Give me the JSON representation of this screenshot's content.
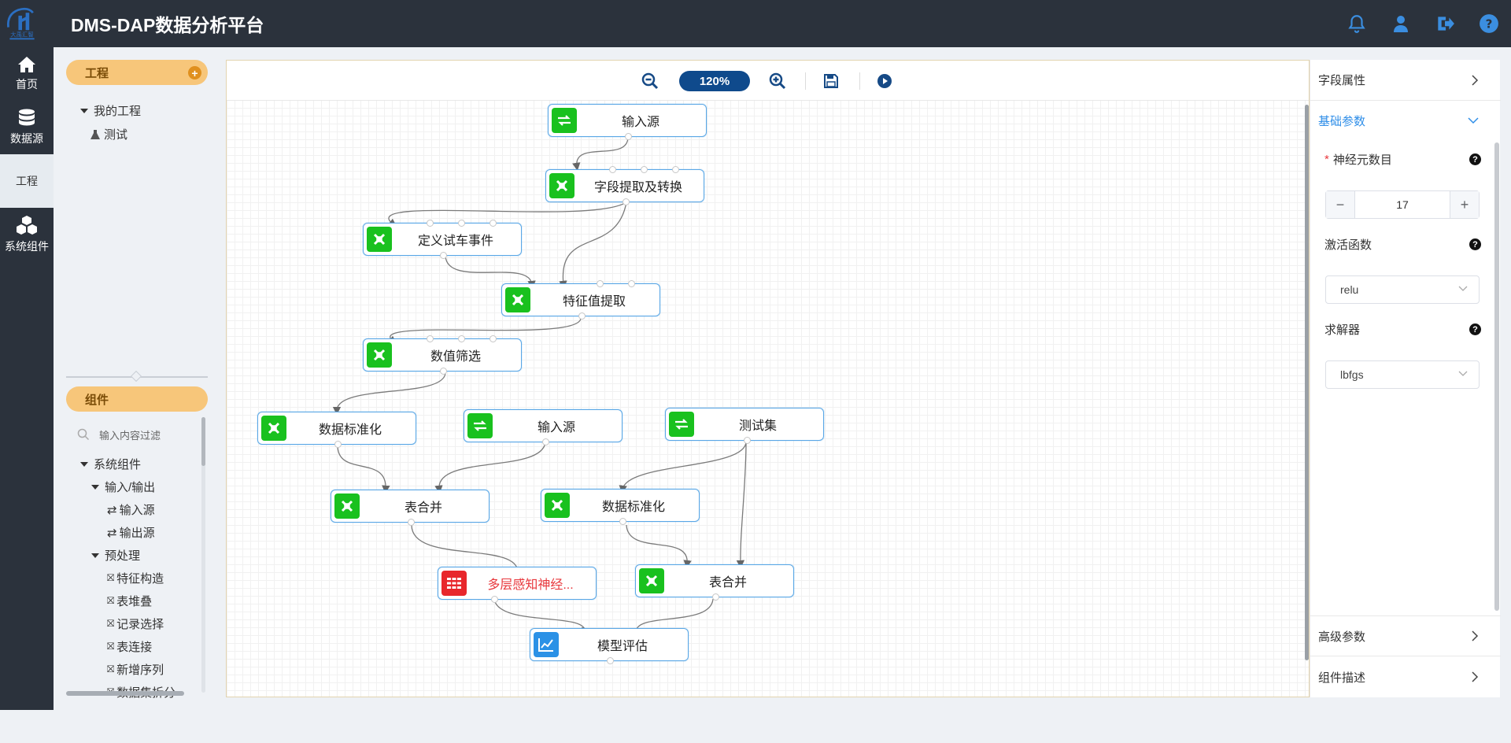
{
  "app": {
    "title": "DMS-DAP数据分析平台",
    "logo_text": "大禹汇智"
  },
  "header_icons": [
    "bell-icon",
    "user-icon",
    "logout-icon",
    "help-icon"
  ],
  "nav": [
    {
      "label": "首页",
      "icon": "home-icon"
    },
    {
      "label": "数据源",
      "icon": "database-icon"
    },
    {
      "label": "工程",
      "icon": "",
      "active": true
    },
    {
      "label": "系统组件",
      "icon": "cubes-icon"
    }
  ],
  "project_panel": {
    "title": "工程",
    "tree": {
      "group": "我的工程",
      "items": [
        "测试"
      ]
    }
  },
  "component_panel": {
    "title": "组件",
    "filter_placeholder": "输入内容过滤",
    "tree": {
      "root": "系统组件",
      "io_group": "输入/输出",
      "io_items": [
        "输入源",
        "输出源"
      ],
      "pre_group": "预处理",
      "pre_items": [
        "特征构造",
        "表堆叠",
        "记录选择",
        "表连接",
        "新增序列",
        "数据集拆分"
      ]
    }
  },
  "canvas": {
    "zoom": "120%",
    "toolbar_icons": [
      "zoom-out-icon",
      "zoom-in-icon",
      "save-icon",
      "run-icon"
    ],
    "nodes": [
      {
        "id": "n1",
        "label": "输入源",
        "type": "io"
      },
      {
        "id": "n2",
        "label": "字段提取及转换",
        "type": "proc"
      },
      {
        "id": "n3",
        "label": "定义试车事件",
        "type": "proc"
      },
      {
        "id": "n4",
        "label": "特征值提取",
        "type": "proc"
      },
      {
        "id": "n5",
        "label": "数值筛选",
        "type": "proc"
      },
      {
        "id": "n6",
        "label": "数据标准化",
        "type": "proc"
      },
      {
        "id": "n7",
        "label": "输入源",
        "type": "io"
      },
      {
        "id": "n8",
        "label": "测试集",
        "type": "io"
      },
      {
        "id": "n9",
        "label": "表合并",
        "type": "proc"
      },
      {
        "id": "n10",
        "label": "数据标准化",
        "type": "proc"
      },
      {
        "id": "n11",
        "label": "多层感知神经...",
        "type": "model"
      },
      {
        "id": "n12",
        "label": "表合并",
        "type": "proc"
      },
      {
        "id": "n13",
        "label": "模型评估",
        "type": "eval"
      }
    ]
  },
  "props": {
    "sections": {
      "field_props": "字段属性",
      "basic": "基础参数",
      "advanced": "高级参数",
      "desc": "组件描述"
    },
    "neurons_label": "神经元数目",
    "neurons_value": "17",
    "activation_label": "激活函数",
    "activation_value": "relu",
    "solver_label": "求解器",
    "solver_value": "lbfgs",
    "colors": {
      "accent": "#2f8ee8",
      "header": "#2b323c",
      "panel_head": "#f7c67a",
      "node_green": "#19c11e",
      "node_red": "#e8272c",
      "node_blue": "#2b91e6"
    }
  }
}
